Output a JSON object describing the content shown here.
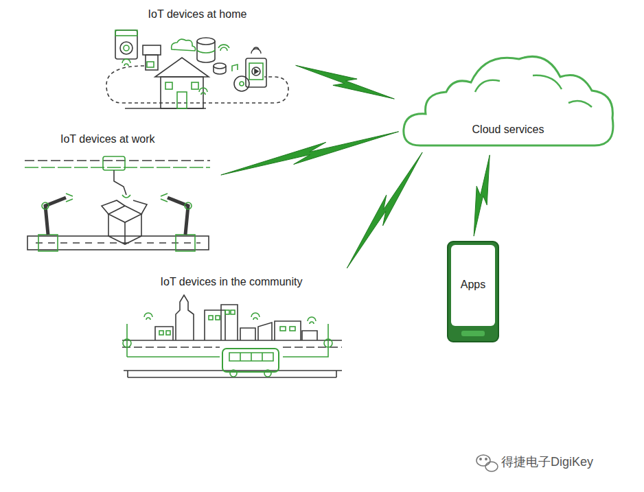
{
  "diagram": {
    "nodes": [
      {
        "text": [
          "IoT devices at home"
        ]
      },
      {
        "text": [
          "IoT devices at work"
        ]
      },
      {
        "text": [
          "IoT devices in the community"
        ]
      },
      {
        "text": [
          "Cloud services"
        ]
      },
      {
        "text": [
          "Apps"
        ]
      }
    ],
    "edges": [
      {
        "from": 0,
        "to": 3,
        "arrow": "none"
      },
      {
        "from": 1,
        "to": 3,
        "arrow": "none"
      },
      {
        "from": 2,
        "to": 3,
        "arrow": "none"
      },
      {
        "from": 3,
        "to": 4,
        "arrow": "none"
      }
    ],
    "labels": [
      "得捷电子DigiKey"
    ]
  }
}
